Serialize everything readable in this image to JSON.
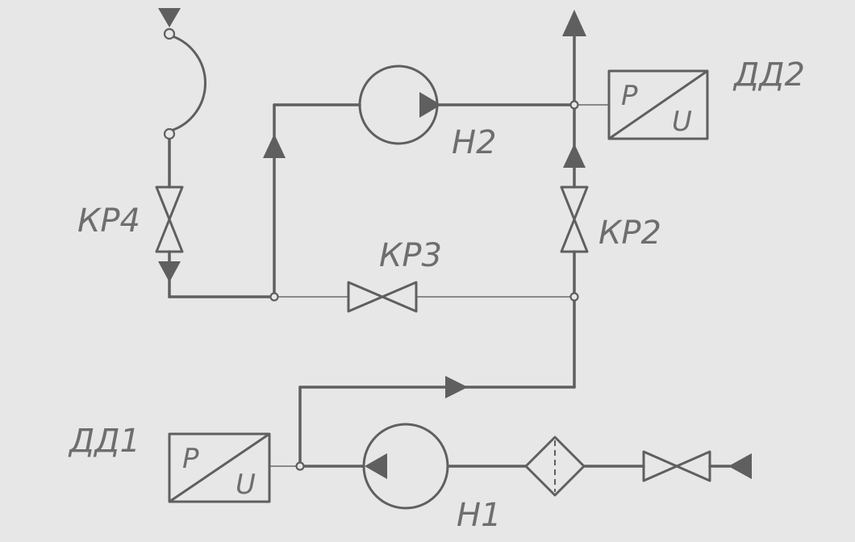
{
  "labels": {
    "dd1": "ДД1",
    "dd2": "ДД2",
    "h1": "Н1",
    "h2": "Н2",
    "kr2": "КР2",
    "kr3": "КР3",
    "kr4": "КР4",
    "p": "P",
    "u": "U"
  },
  "colors": {
    "line": "#5f5f5f",
    "background": "#e6e7e6",
    "text": "#6e6e6e"
  }
}
